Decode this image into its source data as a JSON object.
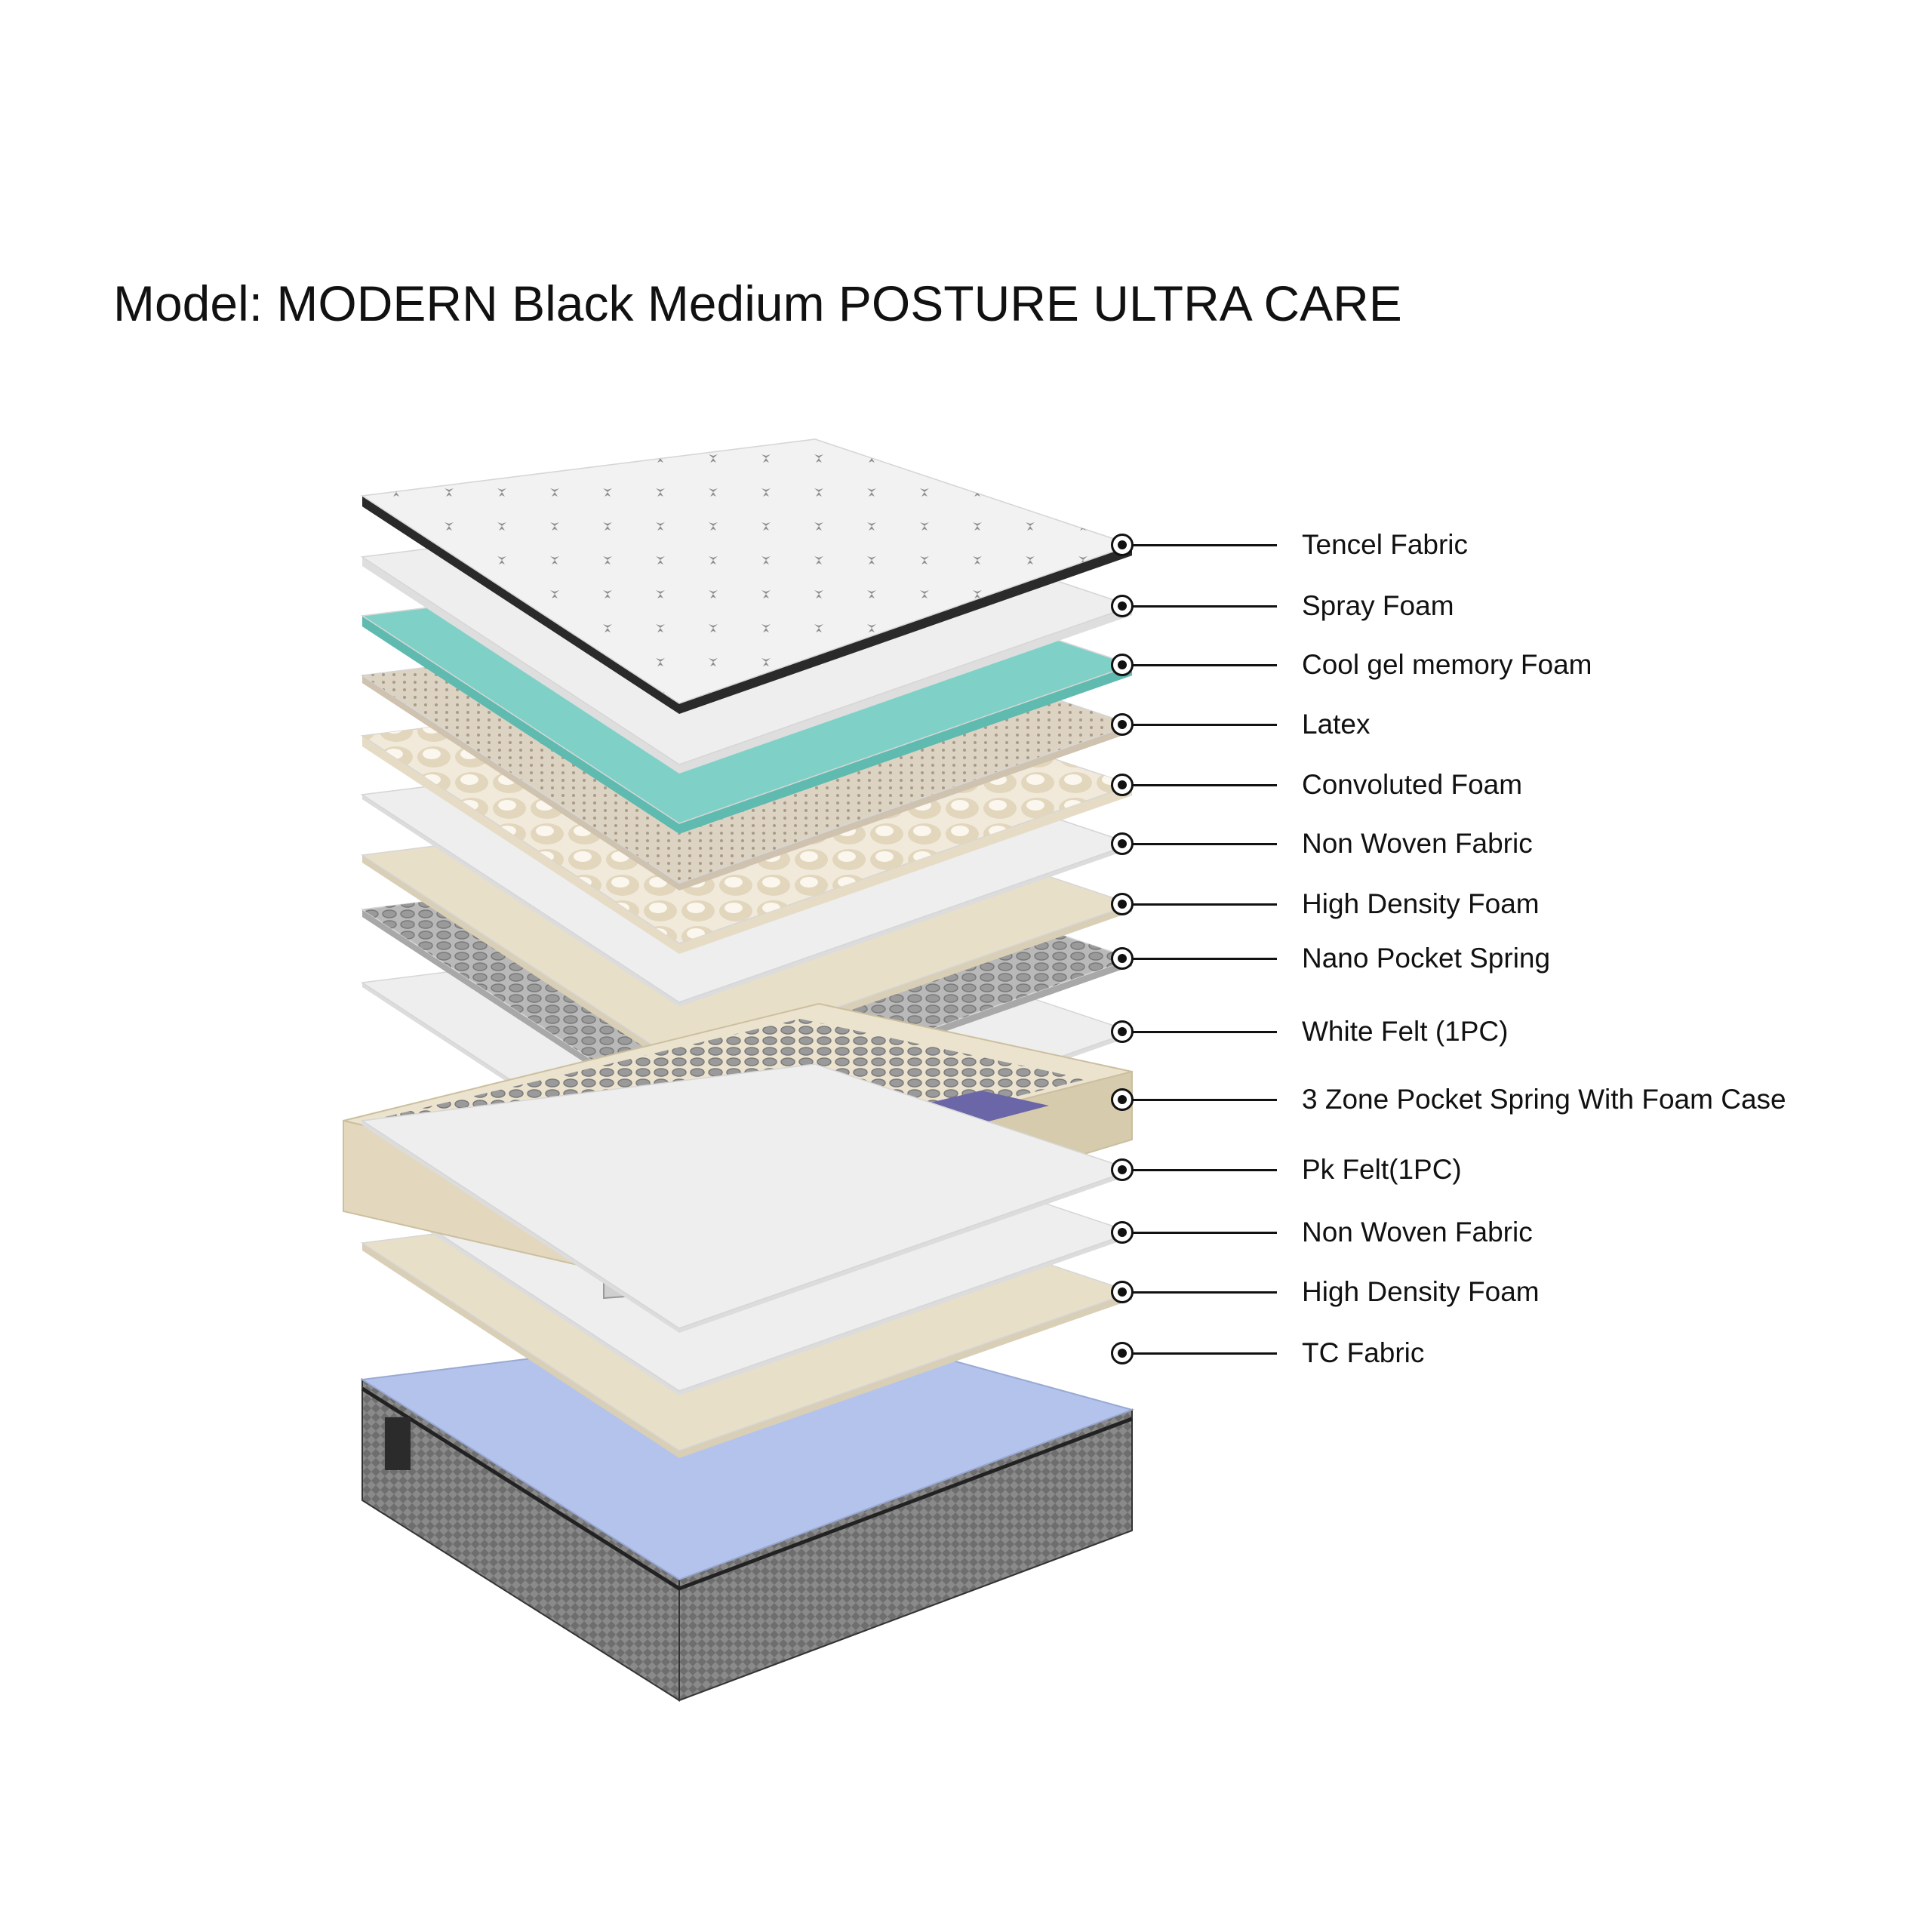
{
  "title": "Model: MODERN Black Medium POSTURE ULTRA CARE",
  "layers": [
    {
      "label": "Tencel Fabric",
      "icon": "tencel-fabric-layer"
    },
    {
      "label": "Spray Foam",
      "icon": "spray-foam-layer"
    },
    {
      "label": "Cool gel memory Foam",
      "icon": "cool-gel-foam-layer"
    },
    {
      "label": "Latex",
      "icon": "latex-layer"
    },
    {
      "label": "Convoluted Foam",
      "icon": "convoluted-foam-layer"
    },
    {
      "label": "Non Woven Fabric",
      "icon": "non-woven-fabric-layer"
    },
    {
      "label": "High Density Foam",
      "icon": "high-density-foam-layer"
    },
    {
      "label": "Nano Pocket Spring",
      "icon": "nano-pocket-spring-layer"
    },
    {
      "label": "White Felt (1PC)",
      "icon": "white-felt-layer"
    },
    {
      "label": "3 Zone Pocket Spring With Foam Case",
      "icon": "pocket-spring-unit"
    },
    {
      "label": "Pk Felt(1PC)",
      "icon": "pk-felt-layer"
    },
    {
      "label": "Non Woven Fabric",
      "icon": "non-woven-fabric-layer"
    },
    {
      "label": "High Density Foam",
      "icon": "high-density-foam-layer"
    },
    {
      "label": "TC Fabric",
      "icon": "tc-fabric-layer"
    }
  ],
  "colors": {
    "tencel": "#f2f2f2",
    "white_layer": "#eeeeee",
    "cool_gel": "#7fd1c8",
    "latex": "#ddd3c3",
    "convoluted": "#f1eadb",
    "beige_foam": "#e8dfc8",
    "spring_grey": "#b9b9b9",
    "purple_zone": "#6b66a8",
    "base_top": "#b3c3ec",
    "base_side": "#7d7d7d",
    "ink": "#111111"
  }
}
